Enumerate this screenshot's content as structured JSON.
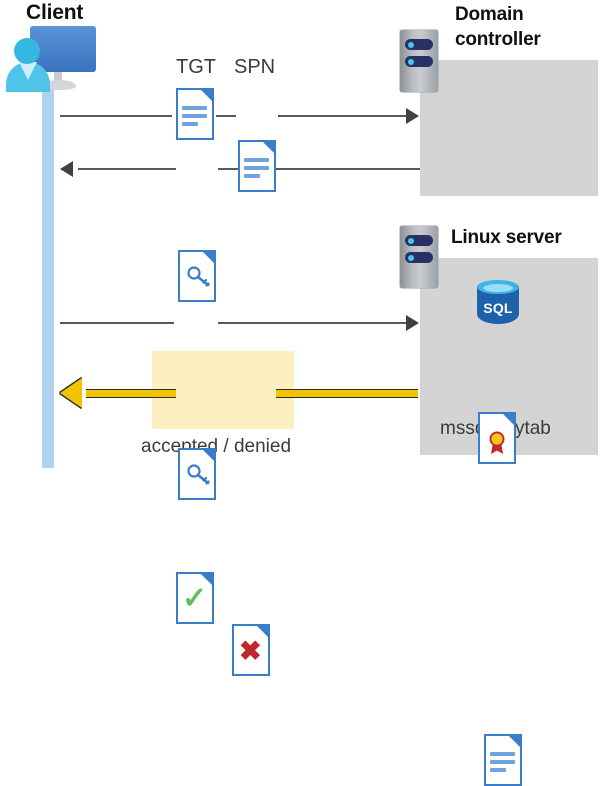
{
  "diagram": {
    "title_client": "Client",
    "title_domain_controller": "Domain\ncontroller",
    "title_domain_controller_line1": "Domain",
    "title_domain_controller_line2": "controller",
    "title_linux_server": "Linux server",
    "labels": {
      "tgt": "TGT",
      "spn": "SPN",
      "accepted_denied": "accepted / denied",
      "keytab_file": "mssql.keytab"
    },
    "icons": {
      "client": "user-monitor-icon",
      "server_rack": "server-rack-icon",
      "document": "document-icon",
      "key_document": "key-document-icon",
      "certificate_document": "certificate-document-icon",
      "accepted_document": "document-check-icon",
      "denied_document": "document-cross-icon",
      "database": "sql-database-icon",
      "keytab_document": "document-icon"
    },
    "database_label": "SQL",
    "flows": [
      {
        "name": "tgt-spn-request",
        "direction": "client-to-domain-controller",
        "style": "thin-gray",
        "payload": [
          "TGT",
          "SPN"
        ]
      },
      {
        "name": "ticket-response",
        "direction": "domain-controller-to-client",
        "style": "thin-gray",
        "payload": [
          "key-document"
        ]
      },
      {
        "name": "service-ticket-request",
        "direction": "client-to-linux-server",
        "style": "thin-gray",
        "payload": [
          "key-document"
        ]
      },
      {
        "name": "auth-result",
        "direction": "linux-server-to-client",
        "style": "thick-yellow",
        "payload": [
          "accepted",
          "denied"
        ]
      }
    ],
    "colors": {
      "lifeline": "#b4d0ef",
      "panel_gray": "#d4d4d4",
      "highlight_yellow": "#fcf0c0",
      "arrow_yellow": "#f2c300",
      "arrow_gray": "#595959",
      "doc_blue": "#3a7dc9",
      "sql_blue": "#1f62ab",
      "accept_green": "#5fbf5f",
      "deny_red": "#c0272d"
    }
  }
}
